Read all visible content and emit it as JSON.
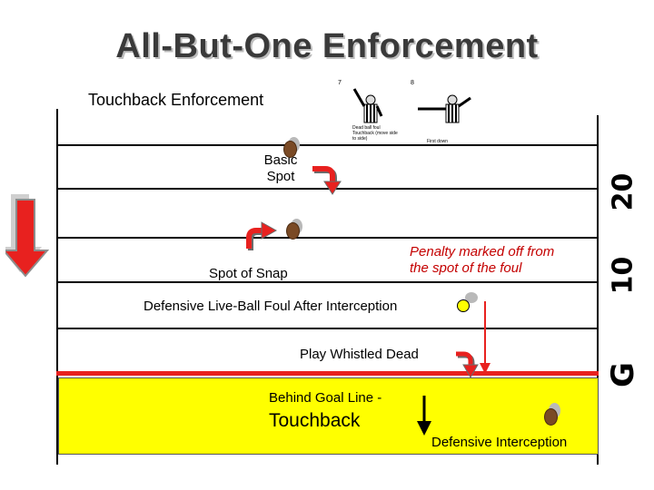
{
  "slide": {
    "title": "All-But-One Enforcement",
    "subtitle": "Touchback Enforcement"
  },
  "labels": {
    "basic_spot": "Basic Spot",
    "spot_of_snap": "Spot of Snap",
    "penalty_note": "Penalty marked off from the spot of the foul",
    "defensive_foul": "Defensive Live-Ball Foul After Interception",
    "play_whistled_dead": "Play Whistled Dead",
    "behind_goal_line": "Behind Goal Line -",
    "touchback": "Touchback",
    "defensive_interception": "Defensive Interception"
  },
  "yard_markers": {
    "twenty": "20",
    "ten": "10",
    "goal": "G"
  },
  "signals": {
    "signal_7_number": "7",
    "signal_7_caption": "Dead ball foul Touchback (move side to side)",
    "signal_8_number": "8",
    "signal_8_caption": "First down"
  },
  "colors": {
    "endzone": "#ffff00",
    "goal_line": "#e8211f",
    "arrow_red": "#e8211f",
    "penalty_text": "#c40000",
    "ball_yellow": "#ffff00"
  }
}
